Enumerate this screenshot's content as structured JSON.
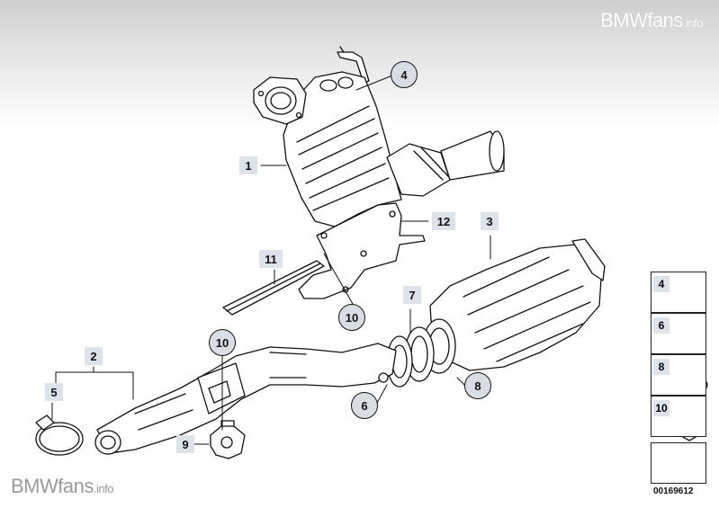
{
  "watermark": {
    "brand": "BMWfans",
    "suffix": ".info"
  },
  "callouts": {
    "c1": "1",
    "c2": "2",
    "c3": "3",
    "c4": "4",
    "c5": "5",
    "c6": "6",
    "c7": "7",
    "c8": "8",
    "c9": "9",
    "c10a": "10",
    "c10b": "10",
    "c11": "11",
    "c12": "12"
  },
  "legend": {
    "items": [
      {
        "number": "4",
        "icon": "nut-icon"
      },
      {
        "number": "6",
        "icon": "bolt-icon"
      },
      {
        "number": "8",
        "icon": "flange-nut-icon"
      },
      {
        "number": "10",
        "icon": "lock-nut-icon"
      },
      {
        "number": "",
        "icon": "arrow-corner-icon"
      }
    ]
  },
  "part_number": "00169612",
  "colors": {
    "label_fill": "#dde3ea",
    "line": "#111111"
  }
}
